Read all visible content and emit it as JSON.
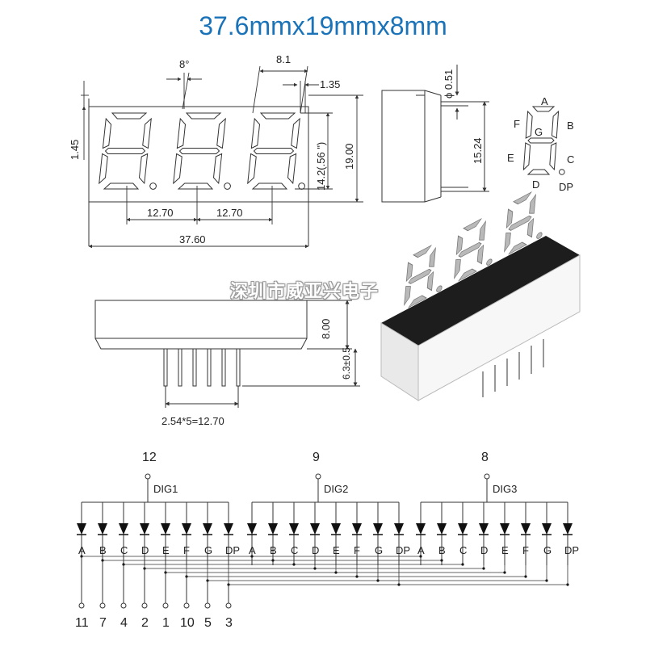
{
  "title": "37.6mmx19mmx8mm",
  "watermark": "深圳市威亚兴电子",
  "front_view": {
    "angle": "8°",
    "segment_width": "8.1",
    "offset": "1.35",
    "top_margin": "1.45",
    "char_height": "14.2(.56 \")",
    "height": "19.00",
    "pitch_1": "12.70",
    "pitch_2": "12.70",
    "length": "37.60"
  },
  "side_view": {
    "pin_diameter": "ϕ 0.51",
    "pin_row_spacing": "15.24"
  },
  "segment_legend": {
    "labels": [
      "A",
      "B",
      "C",
      "D",
      "E",
      "F",
      "G",
      "DP"
    ]
  },
  "bottom_view": {
    "body_thickness": "8.00",
    "pin_length": "6.3±0.5",
    "pin_pitch": "2.54*5=12.70"
  },
  "schematic": {
    "digits": [
      {
        "label": "DIG1",
        "pin": "12"
      },
      {
        "label": "DIG2",
        "pin": "9"
      },
      {
        "label": "DIG3",
        "pin": "8"
      }
    ],
    "segments": [
      "A",
      "B",
      "C",
      "D",
      "E",
      "F",
      "G",
      "DP"
    ],
    "segment_pins": [
      "11",
      "7",
      "4",
      "2",
      "1",
      "10",
      "5",
      "3"
    ]
  },
  "colors": {
    "title": "#1a73b8",
    "line": "#333333",
    "led_red": "#b3142a",
    "led_face": "#1a1a1a",
    "pcb_white": "#f2f2f2"
  }
}
